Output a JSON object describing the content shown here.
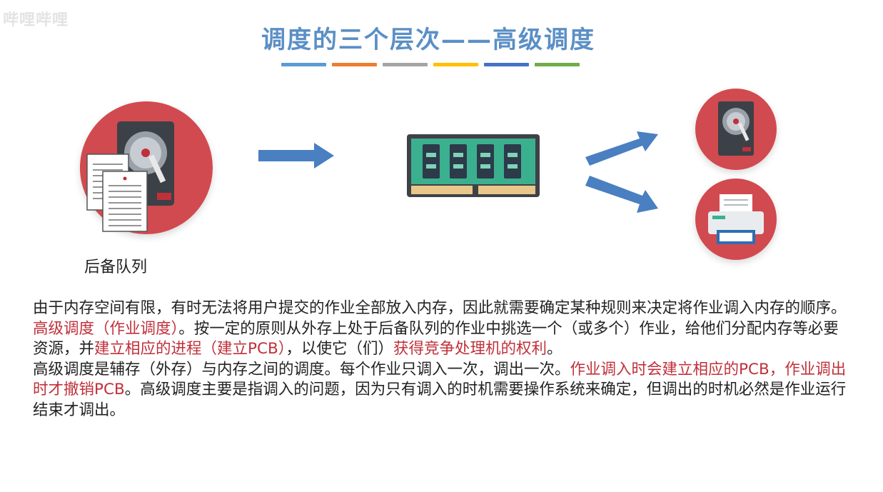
{
  "watermark": "哔哩哔哩",
  "title": "调度的三个层次——高级调度",
  "title_bar_colors": [
    "#5b9bd5",
    "#ed7d31",
    "#a5a5a5",
    "#ffc000",
    "#4472c4",
    "#70ad47"
  ],
  "caption": "后备队列",
  "paragraphs": {
    "p1": "由于内存空间有限，有时无法将用户提交的作业全部放入内存，因此就需要确定某种规则来决定将作业调入内存的顺序。",
    "p2": {
      "s1": "高级调度（作业调度）",
      "s2": "。按一定的原则从外存上处于后备队列的作业中挑选一个（或多个）作业，给他们分配内存等必要资源，并",
      "s3": "建立相应的进程（建立PCB）",
      "s4": "，以使它（们）",
      "s5": "获得竞争处理机的权利",
      "s6": "。"
    },
    "p3": {
      "s1": "高级调度是辅存（外存）与内存之间的调度。每个作业只调入一次，调出一次。",
      "s2": "作业调入时会建立相应的PCB，作业调出时才撤销PCB",
      "s3": "。高级调度主要是指调入的问题，因为只有调入的时机需要操作系统来确定，但调出的时机必然是作业运行结束才调出。"
    }
  },
  "colors": {
    "title": "#5b8fc6",
    "highlight": "#c0303a",
    "circle_red": "#d14a4f",
    "arrow_blue": "#4a7fc1"
  }
}
